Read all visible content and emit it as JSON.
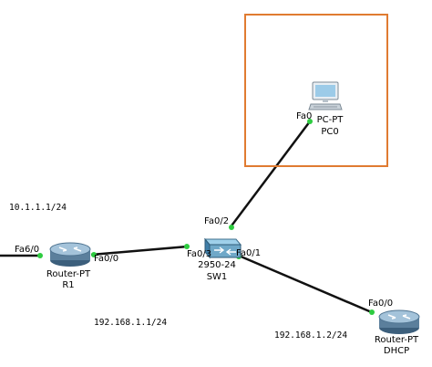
{
  "colors": {
    "cable": "#111111",
    "port_up": "#2ecc40",
    "region_border": "#e07b31",
    "router_body": "#5b7f9c",
    "switch_body": "#6fa8c8",
    "pc_screen": "#9ccbe8"
  },
  "devices": {
    "pc0": {
      "model": "PC-PT",
      "name": "PC0",
      "port": "Fa0",
      "icon": "pc-icon"
    },
    "sw1": {
      "model": "2950-24",
      "name": "SW1",
      "port_pc": "Fa0/2",
      "port_r1": "Fa0/3",
      "port_dhcp": "Fa0/1",
      "icon": "switch-icon"
    },
    "r1": {
      "model": "Router-PT",
      "name": "R1",
      "port_sw": "Fa0/0",
      "port_left": "Fa6/0",
      "icon": "router-icon"
    },
    "dhcp": {
      "model": "Router-PT",
      "name": "DHCP",
      "port": "Fa0/0",
      "icon": "router-icon"
    }
  },
  "notes": {
    "net_left": "10.1.1.1/24",
    "net_r1": "192.168.1.1/24",
    "net_dhcp": "192.168.1.2/24"
  }
}
